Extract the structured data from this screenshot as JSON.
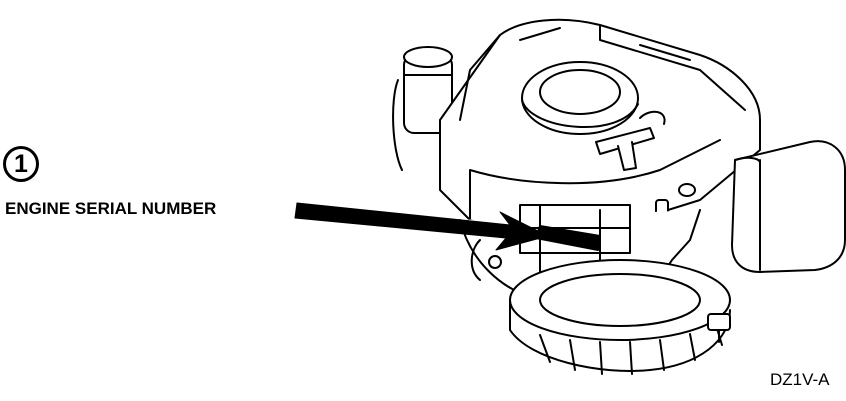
{
  "callout": {
    "number": "1",
    "label": "ENGINE SERIAL NUMBER"
  },
  "figure_code": "DZ1V-A",
  "colors": {
    "ink": "#000000",
    "paper": "#ffffff"
  }
}
